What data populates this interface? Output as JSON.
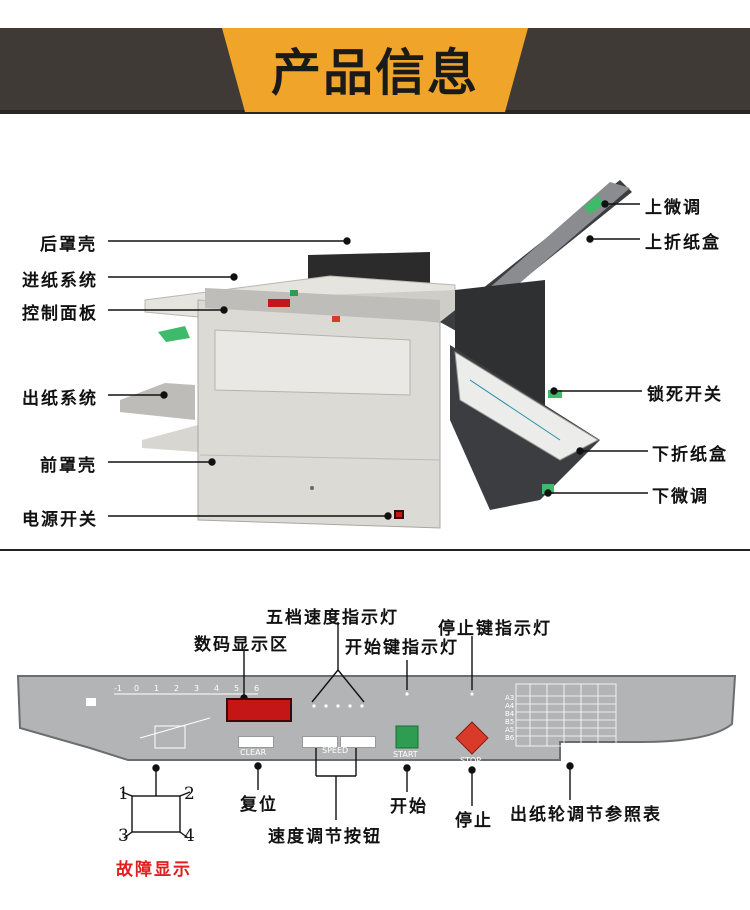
{
  "banner": {
    "title": "产品信息"
  },
  "machine_labels": {
    "rear_cover": "后罩壳",
    "feed_system": "进纸系统",
    "control_panel": "控制面板",
    "output_system": "出纸系统",
    "front_cover": "前罩壳",
    "power_switch": "电源开关",
    "upper_fine_adjust": "上微调",
    "upper_fold_tray": "上折纸盒",
    "lock_switch": "锁死开关",
    "lower_fold_tray": "下折纸盒",
    "lower_fine_adjust": "下微调"
  },
  "panel_labels": {
    "speed_indicators": "五档速度指示灯",
    "digital_display": "数码显示区",
    "start_indicator": "开始键指示灯",
    "stop_indicator": "停止键指示灯",
    "reset": "复位",
    "start": "开始",
    "stop": "停止",
    "speed_buttons": "速度调节按钮",
    "output_wheel_table": "出纸轮调节参照表",
    "fault_display": "故障显示"
  },
  "panel": {
    "clear_label": "CLEAR",
    "speed_label": "SPEED",
    "start_label": "START",
    "stop_label": "STOP",
    "scale": [
      "-1",
      "0",
      "1",
      "2",
      "3",
      "4",
      "5",
      "6"
    ],
    "table_rows": [
      "A3",
      "A4",
      "B4",
      "B5",
      "A5",
      "B6"
    ],
    "fault_numbers": [
      "1",
      "2",
      "3",
      "4"
    ]
  },
  "colors": {
    "banner": "#3f3a36",
    "accent": "#f0a429",
    "fault": "#e02020",
    "start": "#2e9d52",
    "stop": "#d93a2a"
  }
}
